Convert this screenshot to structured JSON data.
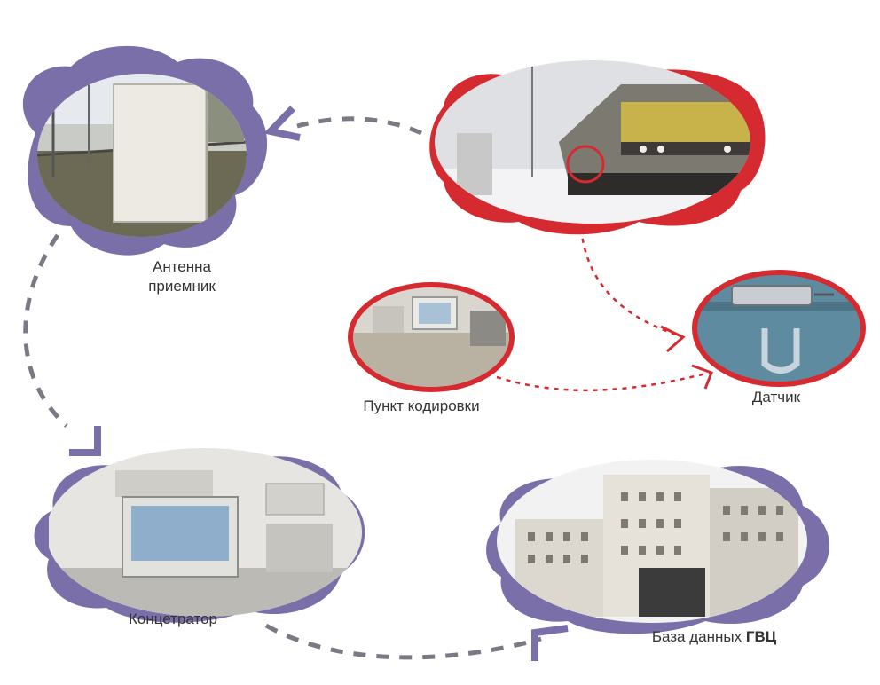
{
  "nodes": {
    "antenna": {
      "line1": "Антенна",
      "line2": "приемник"
    },
    "sensor": {
      "label": "Датчик"
    },
    "coding": {
      "label": "Пункт кодировки"
    },
    "concentrator": {
      "label": "Концетратор"
    },
    "database": {
      "label": "База данных",
      "label_bold": "ГВЦ"
    }
  },
  "colors": {
    "purple": "#7a6fa8",
    "red": "#d42a30",
    "dash_gray": "#7a7a85"
  },
  "icons": [
    "antenna-cabinet-photo",
    "train-photo",
    "sensor-photo",
    "computer-photo",
    "building-photo"
  ]
}
